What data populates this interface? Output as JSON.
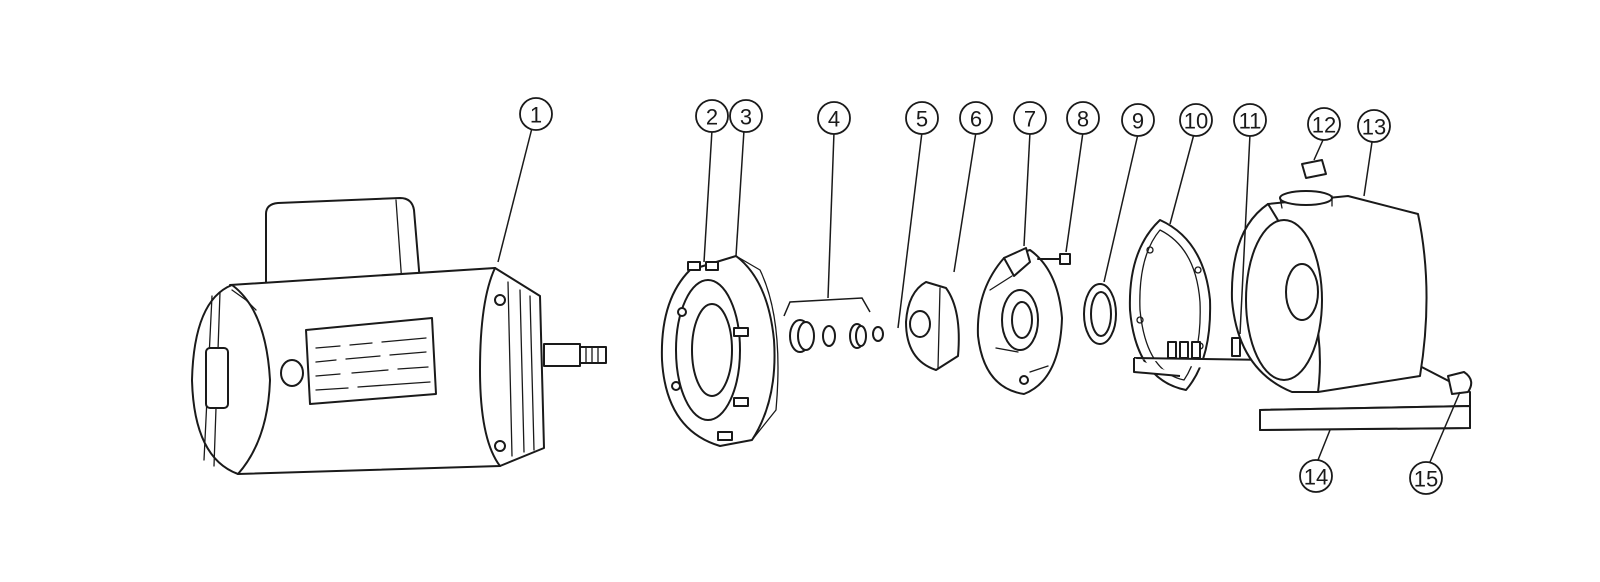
{
  "callouts": [
    {
      "id": "1",
      "label": "1"
    },
    {
      "id": "2",
      "label": "2"
    },
    {
      "id": "3",
      "label": "3"
    },
    {
      "id": "4",
      "label": "4"
    },
    {
      "id": "5",
      "label": "5"
    },
    {
      "id": "6",
      "label": "6"
    },
    {
      "id": "7",
      "label": "7"
    },
    {
      "id": "8",
      "label": "8"
    },
    {
      "id": "9",
      "label": "9"
    },
    {
      "id": "10",
      "label": "10"
    },
    {
      "id": "11",
      "label": "11"
    },
    {
      "id": "12",
      "label": "12"
    },
    {
      "id": "13",
      "label": "13"
    },
    {
      "id": "14",
      "label": "14"
    },
    {
      "id": "15",
      "label": "15"
    }
  ],
  "colors": {
    "ink": "#1a1a1a",
    "paper": "#ffffff"
  }
}
